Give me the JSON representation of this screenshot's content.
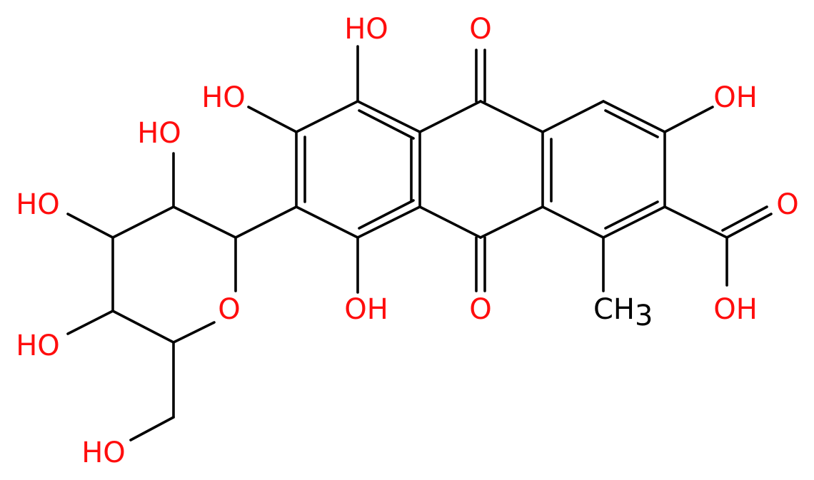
{
  "molecule": {
    "element_colors": {
      "O": "#ff0d0d",
      "C": "#000000"
    },
    "labels": {
      "oh_top": "HO",
      "o_top": "O",
      "oh_left_upper": "HO",
      "oh_right_upper": "OH",
      "oh_sugar_top": "HO",
      "o_acid_carbonyl": "O",
      "oh_sugar_left": "HO",
      "o_ring": "O",
      "oh_bottom_left": "OH",
      "o_bottom": "O",
      "ch3_main": "CH",
      "ch3_sub": "3",
      "oh_acid": "OH",
      "oh_sugar_lower": "HO",
      "oh_hydroxymethyl": "HO"
    }
  }
}
